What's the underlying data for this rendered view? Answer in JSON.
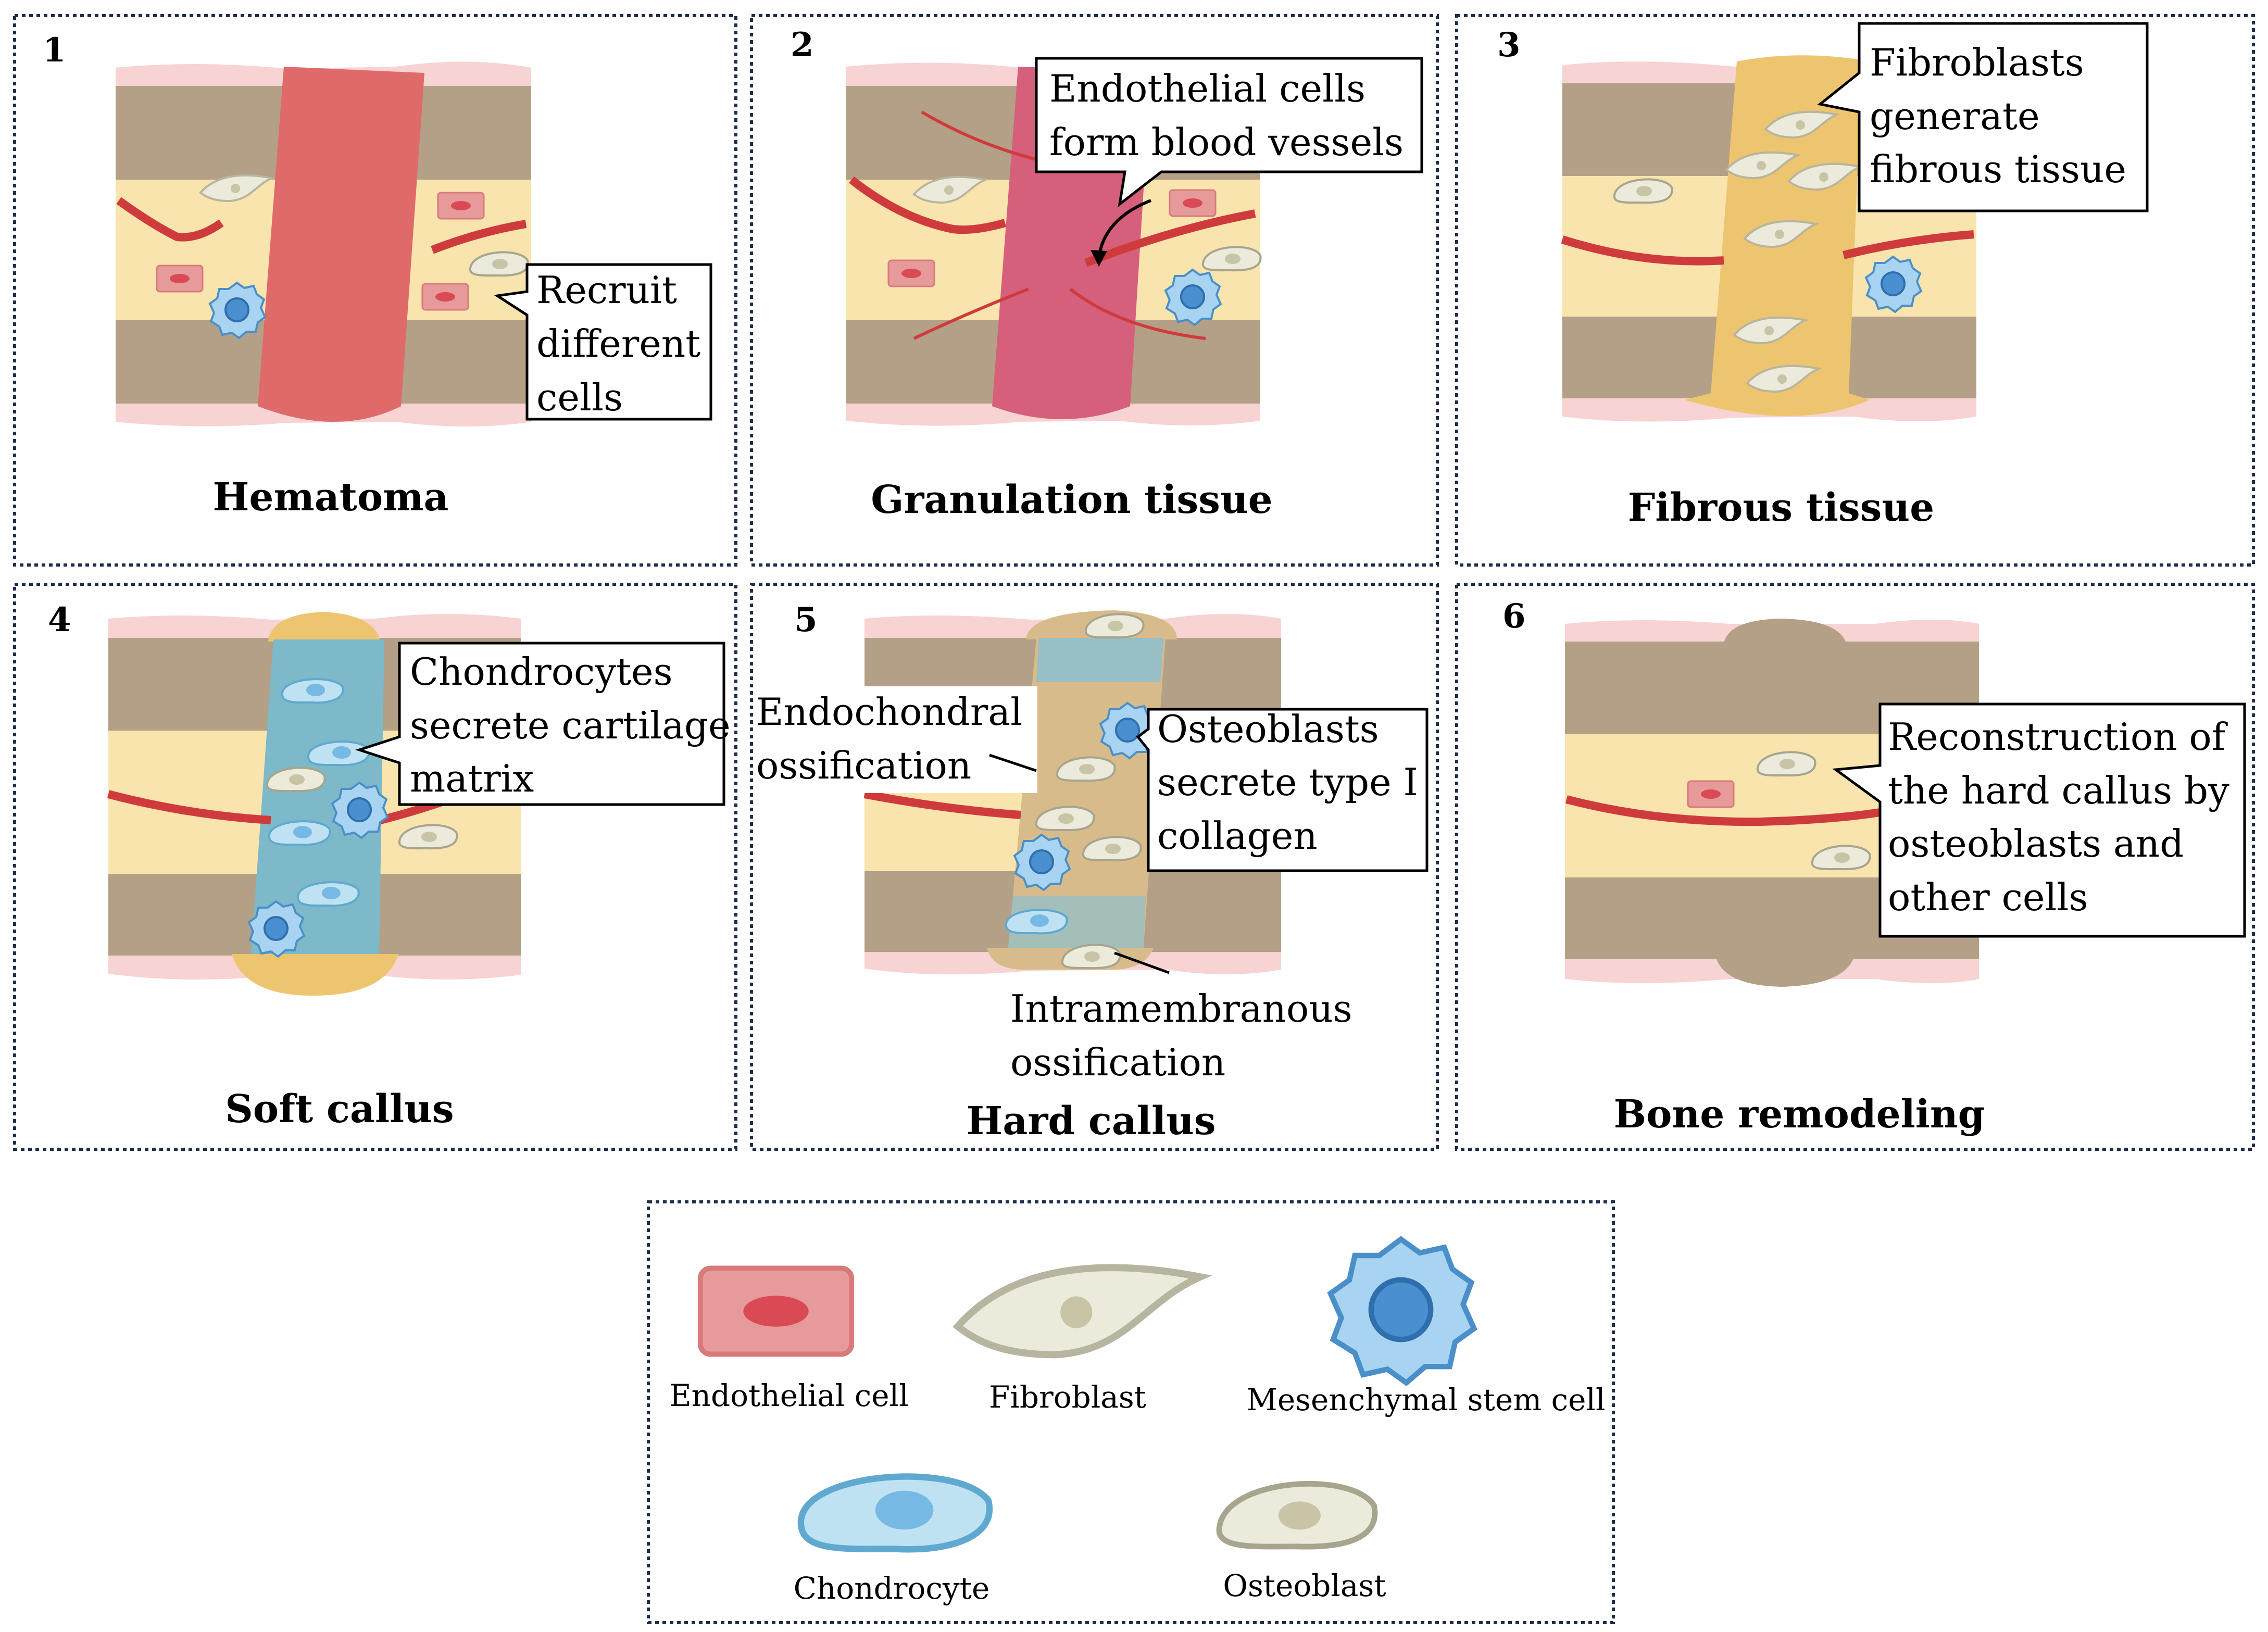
{
  "colors": {
    "bone": "#b3a086",
    "marrow": "#f9e4ae",
    "periosteum": "#f7d3d3",
    "hematoma": "#df6a6a",
    "granulation": "#d65f7b",
    "fibrous": "#edc56e",
    "cartilage": "#7db9c8",
    "hard_callus": "#d8bb8b",
    "vessel": "#cf3b3d",
    "frame": "#1f2d4d"
  },
  "panels": [
    {
      "number": "1",
      "title": "Hematoma",
      "callout": [
        "Recruit",
        "different",
        "cells"
      ]
    },
    {
      "number": "2",
      "title": "Granulation tissue",
      "callout": [
        "Endothelial cells",
        "form blood vessels"
      ]
    },
    {
      "number": "3",
      "title": "Fibrous tissue",
      "callout": [
        "Fibroblasts",
        "generate",
        "fibrous tissue"
      ]
    },
    {
      "number": "4",
      "title": "Soft callus",
      "callout": [
        "Chondrocytes",
        "secrete cartilage",
        "matrix"
      ]
    },
    {
      "number": "5",
      "title": "Hard callus",
      "callout": [
        "Osteoblasts",
        "secrete type I",
        "collagen"
      ],
      "label_endochondral": [
        "Endochondral",
        "ossification"
      ],
      "label_intramembranous": [
        "Intramembranous",
        "ossification"
      ]
    },
    {
      "number": "6",
      "title": "Bone remodeling",
      "callout": [
        "Reconstruction of",
        "the hard callus by",
        "osteoblasts and",
        "other cells"
      ]
    }
  ],
  "legend": {
    "items": [
      {
        "label": "Endothelial cell",
        "icon": "endothelial-cell-icon"
      },
      {
        "label": "Fibroblast",
        "icon": "fibroblast-icon"
      },
      {
        "label": "Mesenchymal stem cell",
        "icon": "mesenchymal-stem-cell-icon"
      },
      {
        "label": "Chondrocyte",
        "icon": "chondrocyte-icon"
      },
      {
        "label": "Osteoblast",
        "icon": "osteoblast-icon"
      }
    ]
  }
}
